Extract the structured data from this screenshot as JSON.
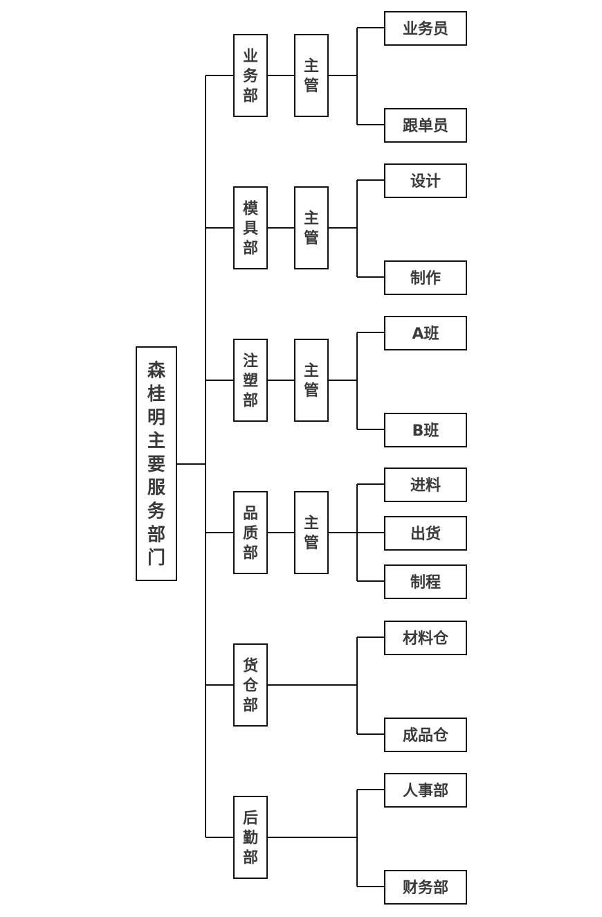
{
  "root": {
    "label": "森桂明主要服务部门"
  },
  "departments": [
    {
      "name": "业务部",
      "manager": "主管",
      "units": [
        "业务员",
        "跟单员"
      ]
    },
    {
      "name": "模具部",
      "manager": "主管",
      "units": [
        "设计",
        "制作"
      ]
    },
    {
      "name": "注塑部",
      "manager": "主管",
      "units": [
        "A班",
        "B班"
      ]
    },
    {
      "name": "品质部",
      "manager": "主管",
      "units": [
        "进料",
        "出货",
        "制程"
      ]
    },
    {
      "name": "货仓部",
      "manager": null,
      "units": [
        "材料仓",
        "成品仓"
      ]
    },
    {
      "name": "后勤部",
      "manager": null,
      "units": [
        "人事部",
        "财务部"
      ]
    }
  ],
  "colors": {
    "line": "#111111",
    "text": "#3a3a3a",
    "box_fill": "#ffffff"
  }
}
